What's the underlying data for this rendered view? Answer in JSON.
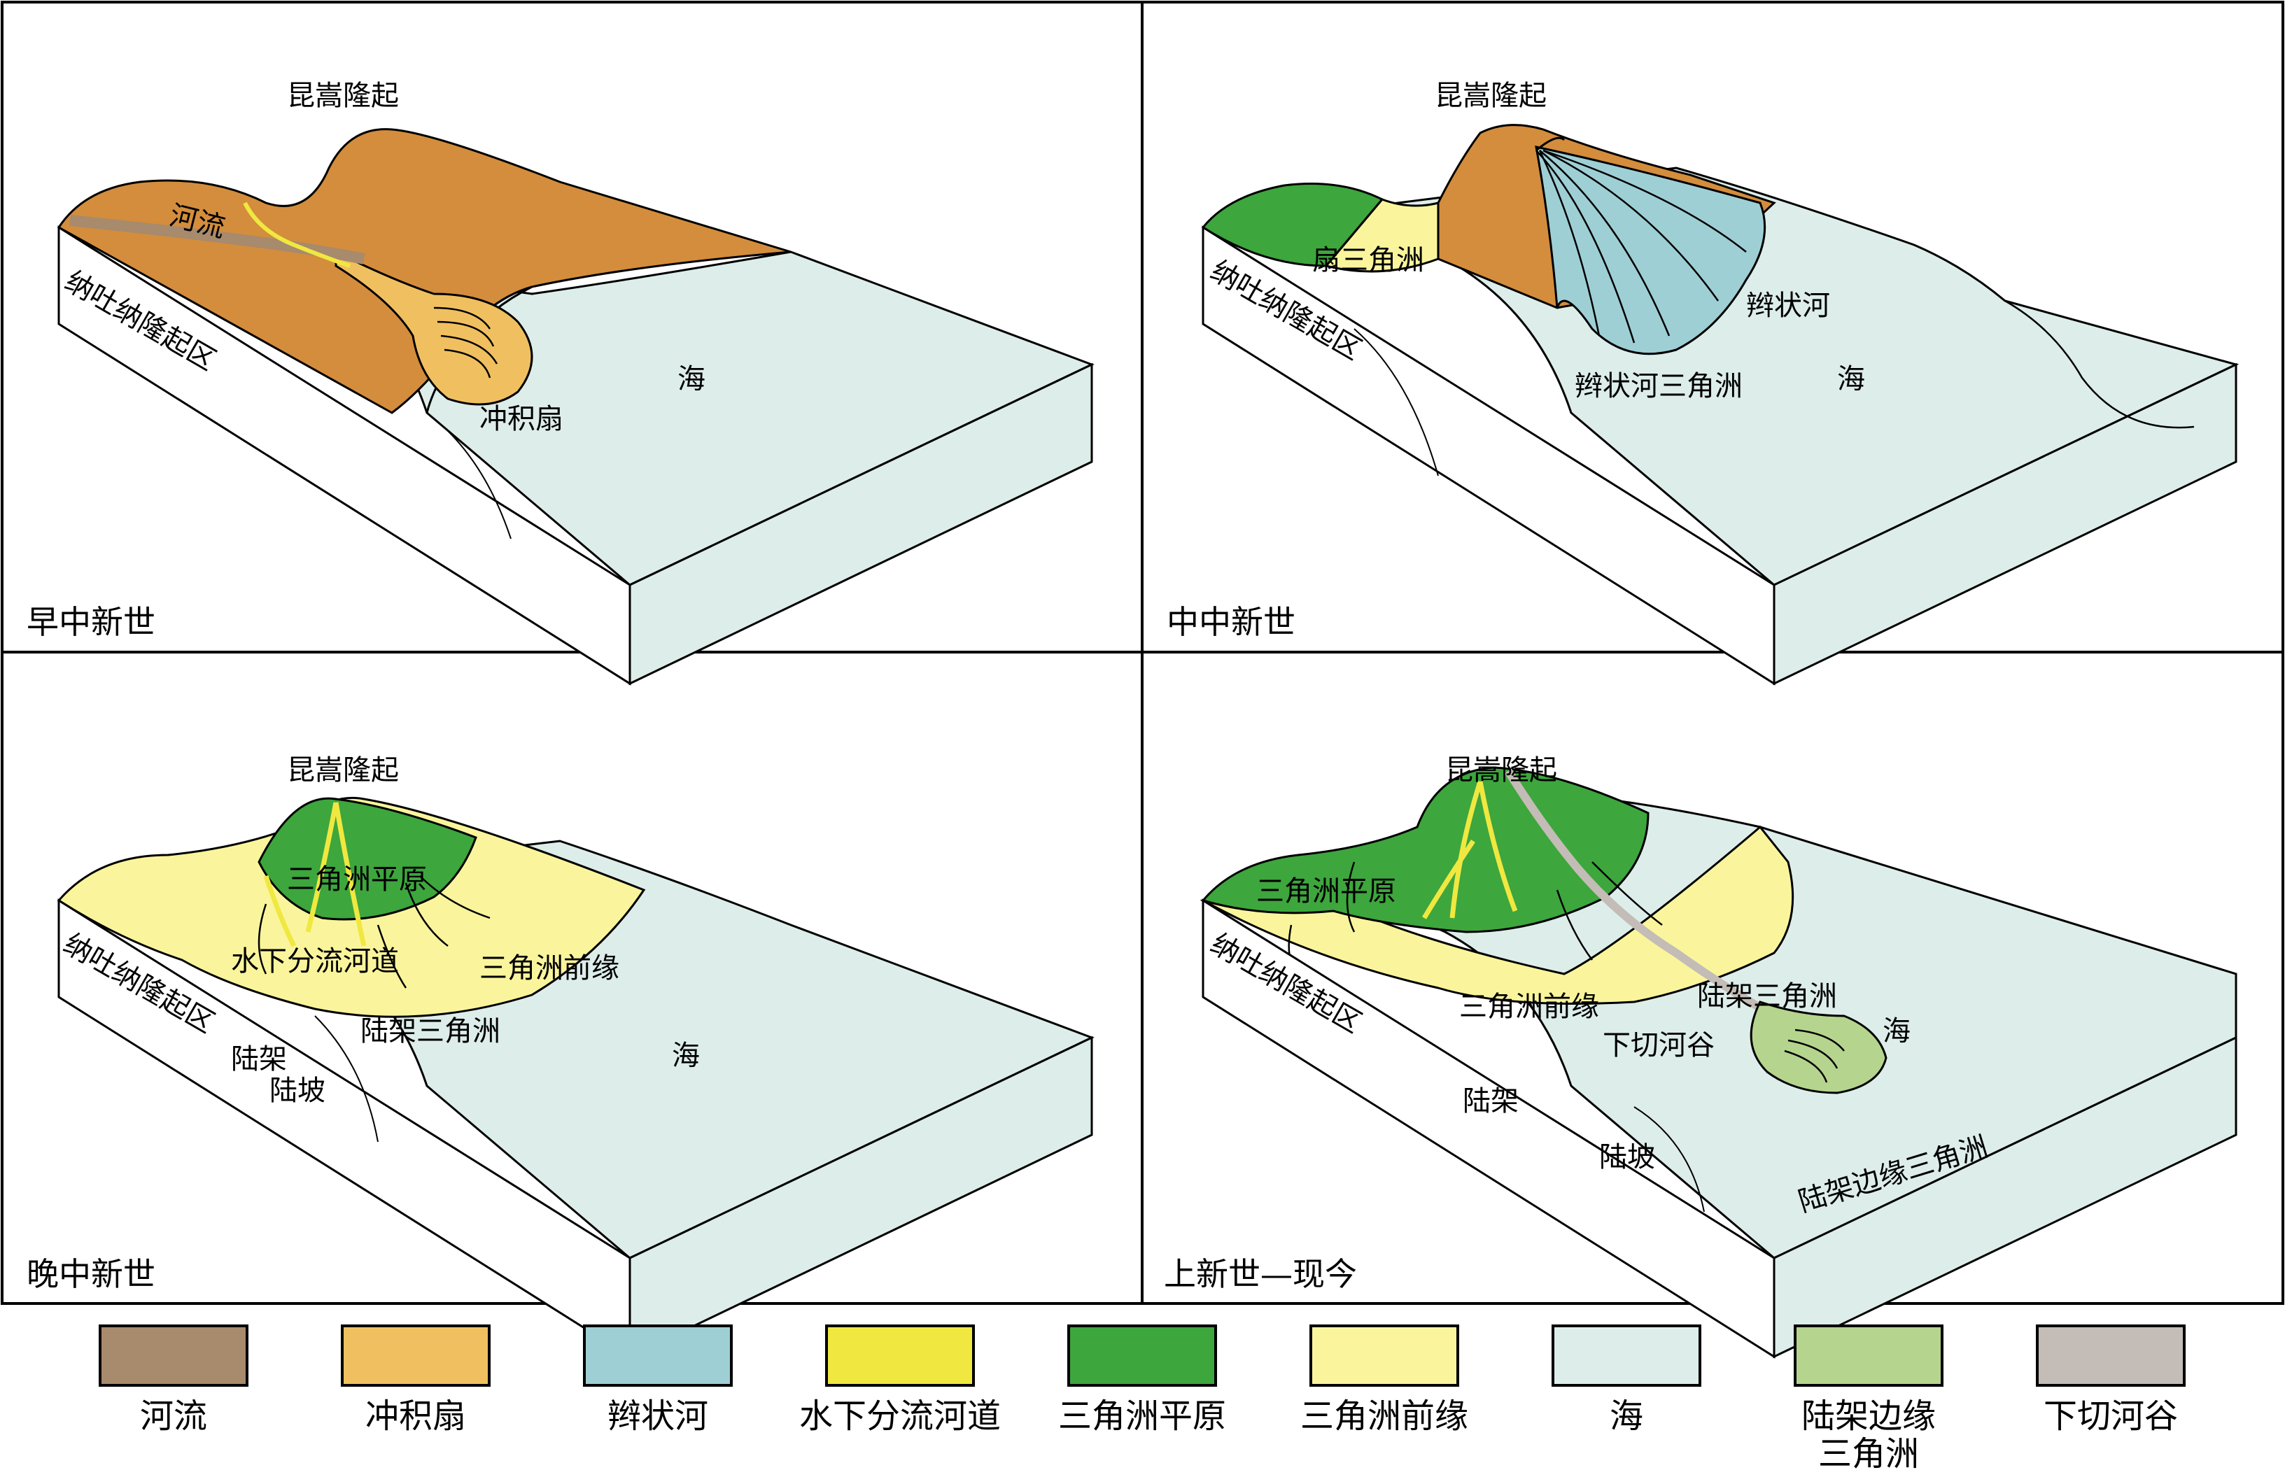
{
  "panels": [
    {
      "era": "早中新世",
      "labels": {
        "uplift": "昆嵩隆起",
        "region": "纳吐纳隆起区",
        "river": "河流",
        "fan": "冲积扇",
        "sea": "海"
      }
    },
    {
      "era": "中中新世",
      "labels": {
        "uplift": "昆嵩隆起",
        "region": "纳吐纳隆起区",
        "fan_delta": "扇三角洲",
        "braided": "辫状河",
        "braided_delta": "辫状河三角洲",
        "sea": "海"
      }
    },
    {
      "era": "晚中新世",
      "labels": {
        "uplift": "昆嵩隆起",
        "region": "纳吐纳隆起区",
        "delta_plain": "三角洲平原",
        "channel": "水下分流河道",
        "delta_front": "三角洲前缘",
        "shelf_delta": "陆架三角洲",
        "shelf": "陆架",
        "slope": "陆坡",
        "sea": "海"
      }
    },
    {
      "era": "上新世—现今",
      "labels": {
        "uplift": "昆嵩隆起",
        "region": "纳吐纳隆起区",
        "delta_plain": "三角洲平原",
        "delta_front": "三角洲前缘",
        "shelf_delta": "陆架三角洲",
        "valley": "下切河谷",
        "shelf": "陆架",
        "slope": "陆坡",
        "margin_delta": "陆架边缘三角洲",
        "sea": "海"
      }
    }
  ],
  "legend": [
    {
      "label": "河流",
      "color": "#A88A6C"
    },
    {
      "label": "冲积扇",
      "color": "#F0C060"
    },
    {
      "label": "辫状河",
      "color": "#9ECFD5"
    },
    {
      "label": "水下分流河道",
      "color": "#F0E840"
    },
    {
      "label": "三角洲平原",
      "color": "#3DA63D"
    },
    {
      "label": "三角洲前缘",
      "color": "#FAF59C"
    },
    {
      "label": "海",
      "color": "#DDEDEA"
    },
    {
      "label": "陆架边缘",
      "label2": "三角洲",
      "color": "#B5D58E"
    },
    {
      "label": "下切河谷",
      "color": "#C4BCB6"
    }
  ],
  "colors": {
    "uplift_brown": "#D38D3C",
    "river": "#A88A6C",
    "fan": "#F0C060",
    "braided": "#9ECFD5",
    "channel": "#F0E840",
    "delta_plain": "#3DA63D",
    "delta_front": "#FAF59C",
    "sea": "#DDEDEA",
    "margin_delta": "#B5D58E",
    "valley": "#C4BCB6",
    "side_white": "#FFFFFF"
  }
}
